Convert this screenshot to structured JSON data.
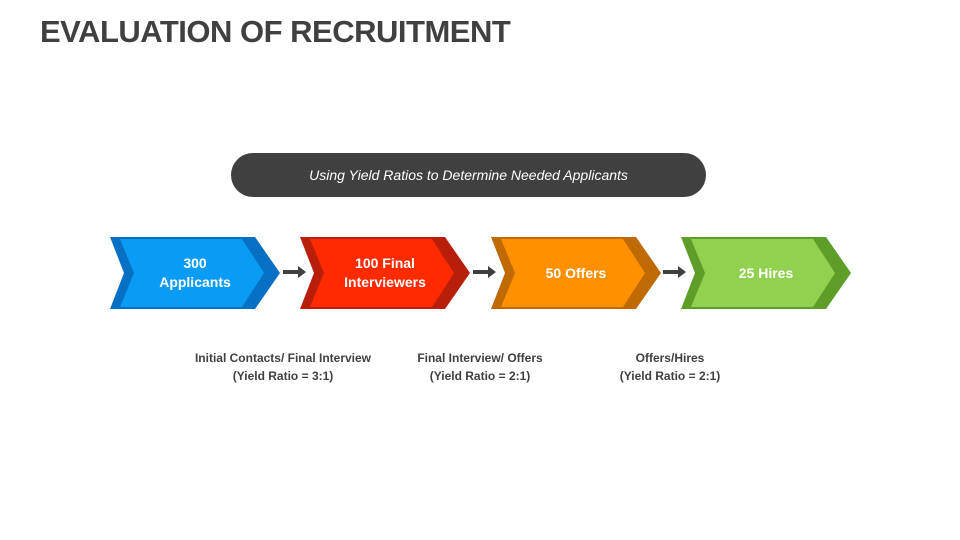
{
  "title": "EVALUATION OF RECRUITMENT",
  "banner": "Using Yield Ratios to Determine Needed Applicants",
  "stages": [
    {
      "label_line1": "300",
      "label_line2": "Applicants",
      "color": "#0A9BF5",
      "shade": "#0570C4"
    },
    {
      "label_line1": "100 Final",
      "label_line2": "Interviewers",
      "color": "#FF2A00",
      "shade": "#B81E0A"
    },
    {
      "label_line1": "50 Offers",
      "label_line2": "",
      "color": "#FF9100",
      "shade": "#C06A05"
    },
    {
      "label_line1": "25 Hires",
      "label_line2": "",
      "color": "#92D050",
      "shade": "#5E9E28"
    }
  ],
  "connector_icon": "right-arrow-icon",
  "ratios": [
    {
      "line1": "Initial Contacts/ Final Interview",
      "line2": "(Yield Ratio = 3:1)"
    },
    {
      "line1": "Final Interview/ Offers",
      "line2": "(Yield Ratio = 2:1)"
    },
    {
      "line1": "Offers/Hires",
      "line2": "(Yield Ratio = 2:1)"
    }
  ]
}
